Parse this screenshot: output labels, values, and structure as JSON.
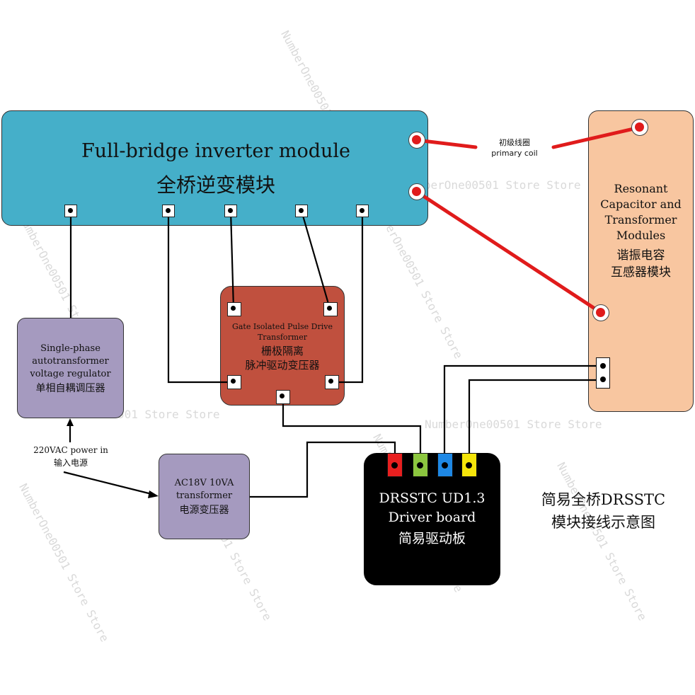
{
  "colors": {
    "inverter": "#45afc9",
    "resonant": "#f8c6a0",
    "gate": "#c0503e",
    "regulator": "#a59abf",
    "power_transformer": "#a59abf",
    "driver": "#000000",
    "red_wire": "#e01b1b",
    "connector_red": "#e81f1f",
    "connector_green": "#8cc63f",
    "connector_blue": "#1e88e5",
    "connector_yellow": "#f5e50a"
  },
  "inverter": {
    "title_en": "Full-bridge inverter module",
    "title_cn": "全桥逆变模块"
  },
  "resonant": {
    "line1": "Resonant",
    "line2": "Capacitor and",
    "line3": "Transformer",
    "line4": "Modules",
    "cn1": "谐振电容",
    "cn2": "互感器模块"
  },
  "primary_coil": {
    "cn": "初级线圈",
    "en": "primary coil"
  },
  "gate": {
    "en1": "Gate Isolated Pulse Drive",
    "en2": "Transformer",
    "cn1": "栅极隔离",
    "cn2": "脉冲驱动变压器"
  },
  "regulator": {
    "en1": "Single-phase",
    "en2": "autotransformer",
    "en3": "voltage regulator",
    "cn": "单相自耦调压器"
  },
  "power_input": {
    "en": "220VAC power in",
    "cn": "输入电源"
  },
  "power_transformer": {
    "en1": "AC18V 10VA",
    "en2": "transformer",
    "cn": "电源变压器"
  },
  "driver": {
    "en1": "DRSSTC UD1.3",
    "en2": "Driver board",
    "cn": "简易驱动板"
  },
  "caption": {
    "line1": "简易全桥DRSSTC",
    "line2": "模块接线示意图"
  },
  "watermark": "NumberOne00501 Store Store"
}
